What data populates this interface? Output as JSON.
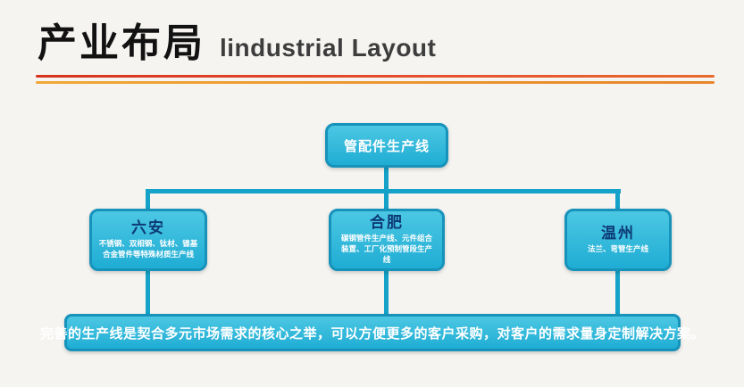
{
  "header": {
    "title_zh": "产业布局",
    "title_en": "lindustrial Layout"
  },
  "diagram": {
    "root": {
      "label": "管配件生产线"
    },
    "children": [
      {
        "title": "六安",
        "desc": "不锈钢、双相钢、钛材、镍基合金管件等特殊材质生产线"
      },
      {
        "title": "合肥",
        "desc": "碳钢管件生产线、元件组合装置、工厂化预制管段生产线"
      },
      {
        "title": "温州",
        "desc": "法兰、弯管生产线"
      }
    ],
    "footer": "完善的生产线是契合多元市场需求的核心之举，可以方便更多的客户采购，对客户的需求量身定制解决方案。"
  },
  "colors": {
    "box_fill_top": "#4cc7e3",
    "box_fill_bottom": "#1fadd4",
    "box_border": "#1792ba",
    "line": "#14a2c8",
    "child_title": "#0d3a75",
    "accent_red": "#e23a26",
    "accent_orange": "#ef9c2e",
    "bg": "#f5f4f1"
  }
}
